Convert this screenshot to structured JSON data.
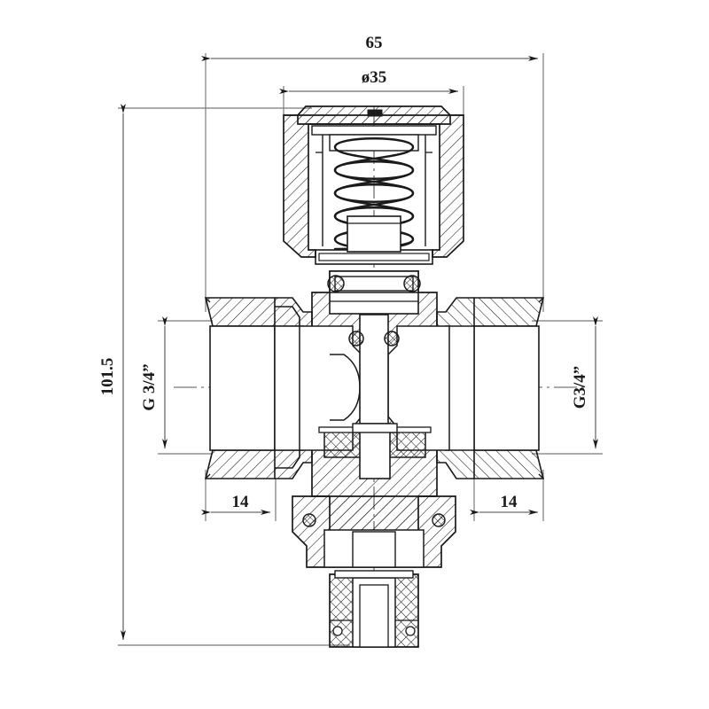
{
  "drawing": {
    "type": "engineering-cross-section",
    "subject": "pressure reducing valve",
    "background_color": "#ffffff",
    "line_color": "#1a1a1a",
    "dimension_line_color": "#6b6b6b",
    "centerline_style": "dash-dot"
  },
  "dimensions": {
    "overall_width": {
      "label": "65",
      "orientation": "horizontal",
      "position": "top"
    },
    "cap_diameter": {
      "label": "ø35",
      "orientation": "horizontal",
      "position": "top-inner"
    },
    "overall_height": {
      "label": "101.5",
      "orientation": "vertical",
      "position": "left-outer"
    },
    "left_thread": {
      "label": "G 3/4”",
      "orientation": "vertical",
      "position": "left-inner"
    },
    "right_thread": {
      "label": "G3/4”",
      "orientation": "vertical",
      "position": "right"
    },
    "left_port_length": {
      "label": "14",
      "orientation": "horizontal",
      "position": "bottom-left"
    },
    "right_port_length": {
      "label": "14",
      "orientation": "horizontal",
      "position": "bottom-right"
    }
  }
}
